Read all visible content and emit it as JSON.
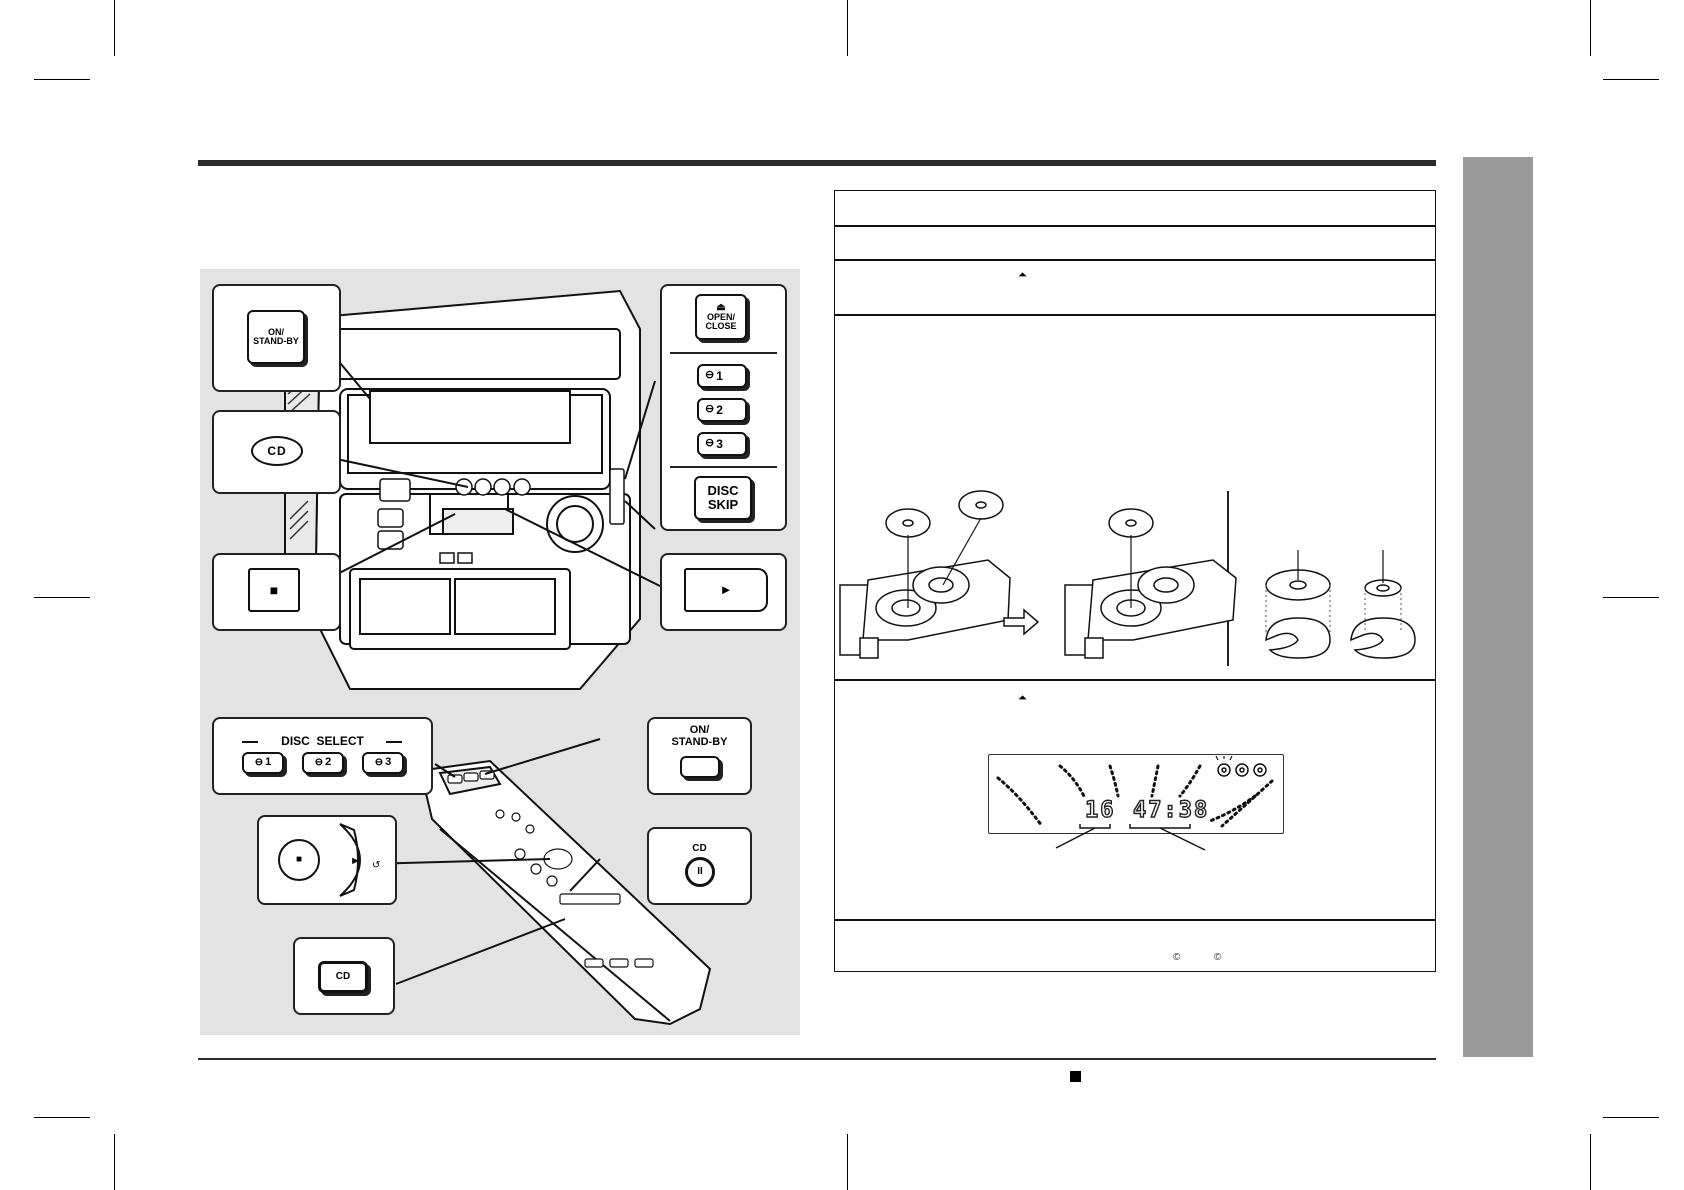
{
  "panel_left": {
    "callouts": {
      "on_standby": "ON/\nSTAND-BY",
      "cd": "CD",
      "stop_symbol": "■",
      "open_close": "OPEN/\nCLOSE",
      "disc1": "1",
      "disc2": "2",
      "disc3": "3",
      "disc_skip": "DISC\nSKIP",
      "play_symbol": "►"
    },
    "remote": {
      "disc_select_label": "DISC  SELECT",
      "disc1": "1",
      "disc2": "2",
      "disc3": "3",
      "on_standby": "ON/\nSTAND-BY",
      "cd_pause_label": "CD",
      "pause_symbol": "II",
      "stop_symbol": "■",
      "play_symbol": "►",
      "cd_button": "CD"
    }
  },
  "display": {
    "track": "16",
    "time": "47:38"
  },
  "colors": {
    "panel_bg": "#e3e3e3",
    "side_tab": "#9a9a9a",
    "rule": "#2b2b2b"
  },
  "icons": {
    "eject": "eject-icon",
    "arrow": "right-arrow-icon",
    "disc": "disc-icon"
  }
}
